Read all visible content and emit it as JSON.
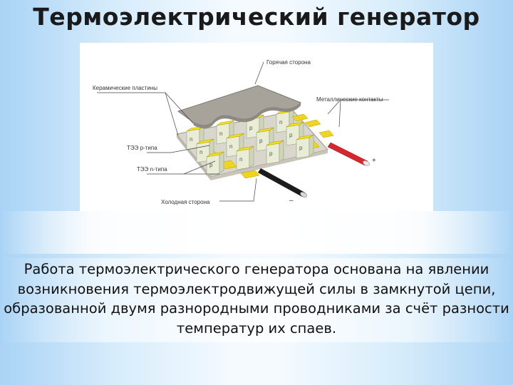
{
  "title": "Термоэлектрический генератор",
  "diagram": {
    "labels": {
      "hot_side": "Горячая сторона",
      "ceramic_plates": "Керамические пластины",
      "metal_contacts": "Металлические контакты",
      "tee_p": "ТЭЭ р-типа",
      "tee_n": "ТЭЭ n-типа",
      "cold_side": "Холодная сторона",
      "plus": "+",
      "minus": "–"
    },
    "element_letters": [
      "n",
      "p",
      "n",
      "p",
      "n",
      "p",
      "n",
      "p",
      "n",
      "p",
      "n",
      "p"
    ],
    "colors": {
      "ceramic_top": "#a8a39a",
      "leg_face": "#e9edd6",
      "leg_cap": "#f3e21a",
      "red_wire": "#d8262d",
      "black_wire": "#1c1c1c"
    }
  },
  "caption": "Работа термоэлектрического генератора основана на явлении возникновения термоэлектродвижущей силы в замкнутой цепи, образованной двумя разнородными проводниками за счёт разности температур их спаев."
}
